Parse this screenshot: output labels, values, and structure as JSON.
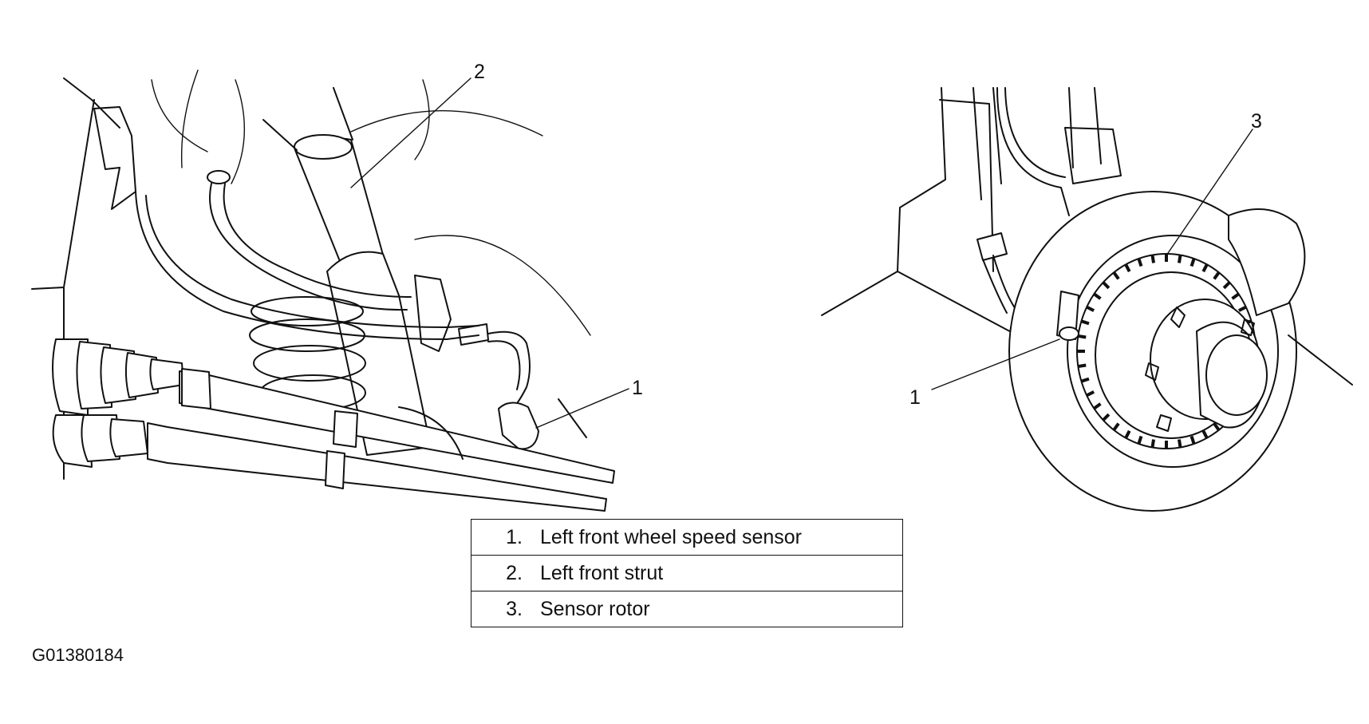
{
  "callouts": {
    "left_1": "1",
    "left_2": "2",
    "right_1": "1",
    "right_3": "3"
  },
  "legend": [
    {
      "number": "1.",
      "label": "Left front wheel speed sensor"
    },
    {
      "number": "2.",
      "label": "Left front strut"
    },
    {
      "number": "3.",
      "label": "Sensor rotor"
    }
  ],
  "figure_code": "G01380184"
}
